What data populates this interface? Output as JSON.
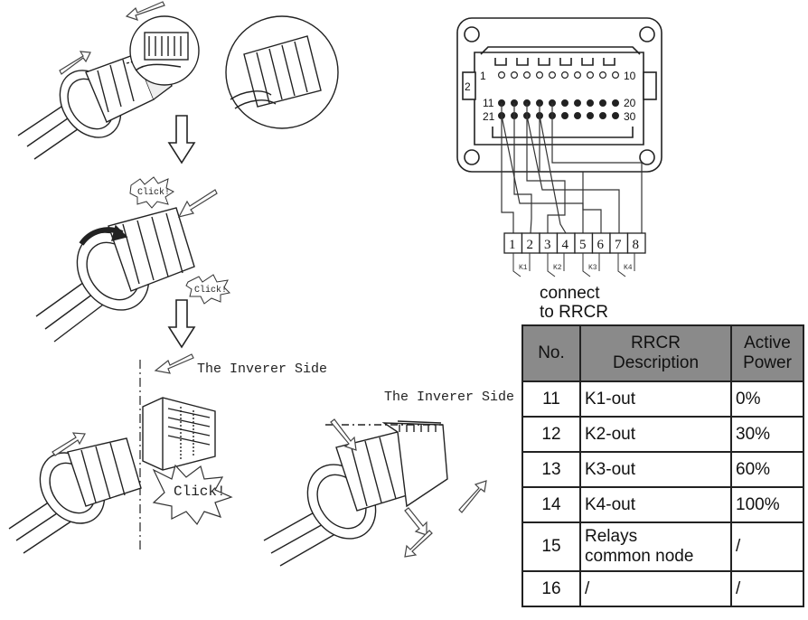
{
  "labels": {
    "inverter_side_1": "The Inverer Side",
    "inverter_side_2": "The Inverer Side",
    "click_small_1": "Click!",
    "click_small_2": "Click!",
    "click_large": "Click!",
    "connect_line1": "connect",
    "connect_line2": "to RRCR"
  },
  "connector": {
    "side_label": "2",
    "pin_rows": [
      {
        "left": "1",
        "right": "10"
      },
      {
        "left": "11",
        "right": "20"
      },
      {
        "left": "21",
        "right": "30"
      }
    ],
    "terminal_numbers": [
      "1",
      "2",
      "3",
      "4",
      "5",
      "6",
      "7",
      "8"
    ],
    "relay_labels": [
      "K1",
      "K2",
      "K3",
      "K4"
    ]
  },
  "table": {
    "headers": [
      "No.",
      "RRCR\nDescription",
      "Active\nPower"
    ],
    "rows": [
      {
        "no": "11",
        "description": "K1-out",
        "power": "0%"
      },
      {
        "no": "12",
        "description": "K2-out",
        "power": "30%"
      },
      {
        "no": "13",
        "description": "K3-out",
        "power": "60%"
      },
      {
        "no": "14",
        "description": "K4-out",
        "power": "100%"
      },
      {
        "no": "15",
        "description": "Relays\ncommon node",
        "power": "/"
      },
      {
        "no": "16",
        "description": "/",
        "power": "/"
      }
    ]
  }
}
